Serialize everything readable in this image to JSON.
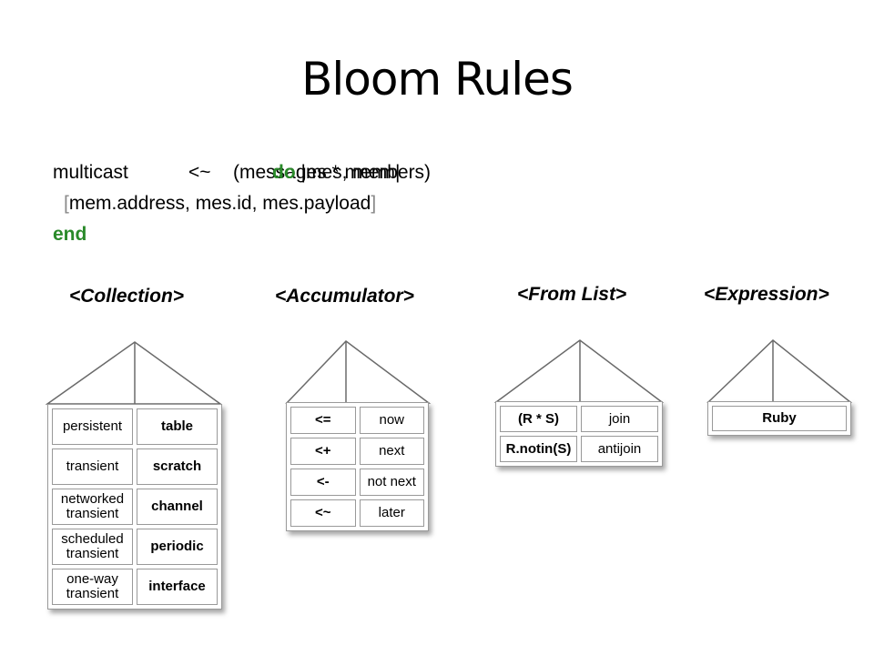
{
  "title": "Bloom Rules",
  "code": {
    "collection": "multicast",
    "operator": "<~",
    "expr_under": "(messages * members)",
    "do_kw": "do",
    "block_args": "|mes, mem|",
    "bracket_open": "[",
    "payload": "mem.address, mes.id, mes.payload",
    "bracket_close": "]",
    "end_kw": "end"
  },
  "diagrams": {
    "collection": {
      "header": "<Collection>",
      "rows": [
        {
          "left": "persistent",
          "right": "table"
        },
        {
          "left": "transient",
          "right": "scratch"
        },
        {
          "left": "networked transient",
          "right": "channel"
        },
        {
          "left": "scheduled transient",
          "right": "periodic"
        },
        {
          "left": "one-way transient",
          "right": "interface"
        }
      ]
    },
    "accumulator": {
      "header": "<Accumulator>",
      "rows": [
        {
          "left": "<=",
          "right": "now"
        },
        {
          "left": "<+",
          "right": "next"
        },
        {
          "left": "<-",
          "right": "not next"
        },
        {
          "left": "<~",
          "right": "later"
        }
      ]
    },
    "from_list": {
      "header": "<From List>",
      "rows": [
        {
          "left": "(R * S)",
          "right": "join"
        },
        {
          "left": "R.notin(S)",
          "right": "antijoin"
        }
      ]
    },
    "expression": {
      "header": "<Expression>",
      "rows": [
        {
          "value": "Ruby"
        }
      ]
    }
  }
}
